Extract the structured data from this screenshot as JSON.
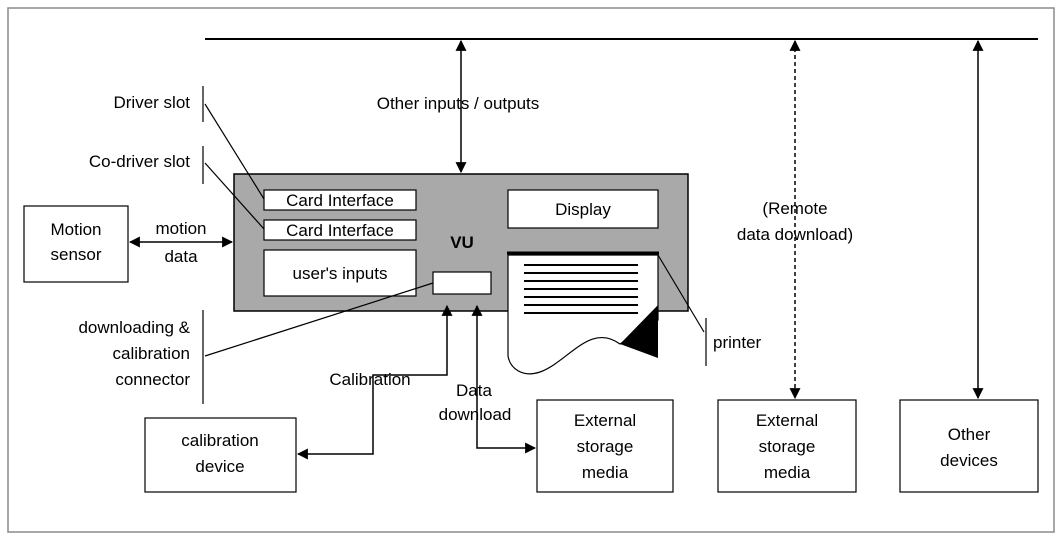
{
  "colors": {
    "vu_fill": "#a9a9a9",
    "line": "#000000",
    "box_fill": "#ffffff",
    "border": "#8a8a8a"
  },
  "labels": {
    "driver_slot": "Driver slot",
    "codriver_slot": "Co-driver slot",
    "other_io": "Other inputs / outputs",
    "remote_line1": "(Remote",
    "remote_line2": "data download)",
    "motion_sensor_line1": "Motion",
    "motion_sensor_line2": "sensor",
    "motion_data_line1": "motion",
    "motion_data_line2": "data",
    "card_interface_1": "Card Interface",
    "card_interface_2": "Card Interface",
    "users_inputs": "user's inputs",
    "display": "Display",
    "vu": "VU",
    "printer": "printer",
    "dl_conn_line1": "downloading &",
    "dl_conn_line2": "calibration",
    "dl_conn_line3": "connector",
    "calibration": "Calibration",
    "data_download_line1": "Data",
    "data_download_line2": "download",
    "cal_device_line1": "calibration",
    "cal_device_line2": "device",
    "ext_storage_1_line1": "External",
    "ext_storage_1_line2": "storage",
    "ext_storage_1_line3": "media",
    "ext_storage_2_line1": "External",
    "ext_storage_2_line2": "storage",
    "ext_storage_2_line3": "media",
    "other_devices_line1": "Other",
    "other_devices_line2": "devices"
  }
}
